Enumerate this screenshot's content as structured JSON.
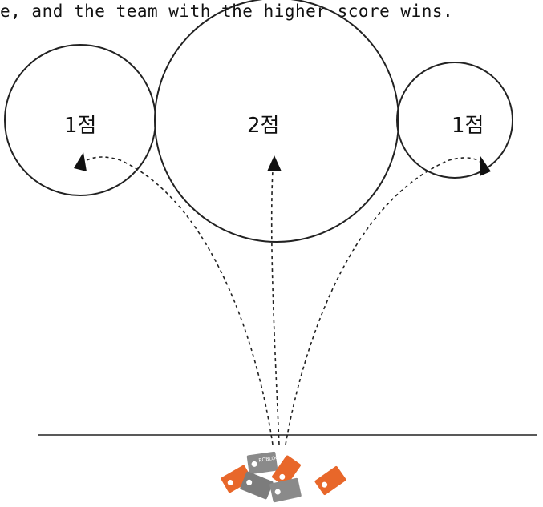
{
  "caption": "e, and the team with the higher score wins.",
  "targets": {
    "left_label": "1점",
    "center_label": "2점",
    "right_label": "1점"
  },
  "chips": {
    "brand": "ROBLOCK"
  },
  "colors": {
    "stroke": "#222222",
    "chip_orange": "#e8672a",
    "chip_gray": "#8a8a8a"
  }
}
